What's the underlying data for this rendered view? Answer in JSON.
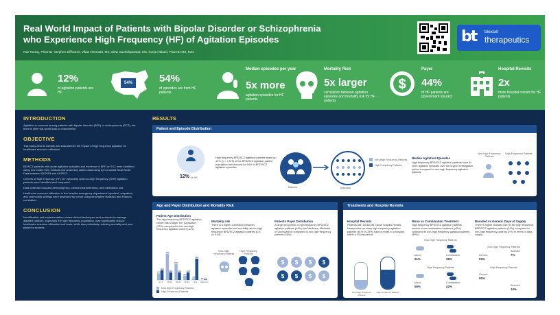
{
  "header": {
    "title_line1": "Real World Impact of Patients with Bipolar Disorder or Schizophrenia",
    "title_line2": "who Experience High Frequency (HF) of Agitation Episodes",
    "authors": "Rae Koong, PharmD; Stephen Ziffhamm; Vikas Hiremath, MS; Siew Govindaprasad, MS; Sonja Halaeti, PharmD MS, MSc",
    "logo_small": "bioxcel",
    "logo_big": "therapeutics",
    "logo_mark": "bt"
  },
  "stats": [
    {
      "value": "12%",
      "text": "of agitation patients are HF",
      "icon": "person-icon"
    },
    {
      "value": "54%",
      "badge": "54%",
      "text": "of episodes are from HF patients",
      "icon": "usa-map-icon"
    },
    {
      "heading": "Median episodes per year",
      "value": "5x more",
      "text": "agitation episodes for HF patients",
      "icon": "person-hand-icon"
    },
    {
      "heading": "Mortality Risk",
      "value": "5x larger",
      "text": "correlation between agitation episodes and mortality risk for HF patients",
      "icon": "skull-icon"
    },
    {
      "heading": "Payer",
      "value": "44%",
      "text": "of HF patients are government insured",
      "icon": "dollar-icon"
    },
    {
      "heading": "Hospital Revisits",
      "value": "2x",
      "text": "more hospital revisits for HF patients",
      "icon": "hospital-icon"
    }
  ],
  "left": {
    "intro_h": "INTRODUCTION",
    "intro_p": "Agitation is common among patients with bipolar disorder (BPD) or schizophrenia (SCZ), but there is little real-world data to characterize.",
    "obj_h": "OBJECTIVE",
    "obj_p": "This study aims to identify and characterize the impact of high frequency agitation on healthcare resource utilization.",
    "methods_h": "METHODS",
    "methods_p1": "BD/SCZ patients with acute agitation episodes and evidence of BPD or SCZ were identified using ICD codes from medical and pharmacy claims data using IQ Consortia Real World Data between 01/2015 and 04/2022.",
    "methods_p2": "Cohorts of high frequency (HF) (≥7 episodes) and non-high frequency (NHF) agitation patients were identified and compared.",
    "methods_p3": "Data collected included demographics, clinical characteristics, and medication use.",
    "methods_p4": "Healthcare resource utilization in the hospital emergency department, inpatient, outpatient, and community settings were assessed by cohort using descriptive statistics and Poisson correlation.",
    "concl_h": "CONCLUSION",
    "concl_p": "Identification and implementation of new clinical techniques and protocols to manage agitated patients, especially the high frequency population, may significantly reduce healthcare resource utilization and costs, while also potentially reducing mortality and poor patient outcomes."
  },
  "results": {
    "heading": "RESULTS",
    "p1": {
      "title": "Patient and Episode Distribution",
      "badge": "12%",
      "badge_sub": "of HF",
      "text": "High frequency BPD/SCZ agitation patients make up 12% (n = 7,575) of the BPD/SCZ agitation patient population and account for 54% of BPD/SCZ agitation episodes.",
      "legend1": "Non-High Frequency Patients",
      "legend2": "High Frequency Patients",
      "lab_patients": "Patients",
      "lab_episodes": "Episodes",
      "median_title": "Median Agitation Episodes",
      "median_text": "High frequency BPD/SCZ agitation patients have 5x more agitation episodes over the 5-year investigation period compared to non-high frequency agitation patients.",
      "col1": "Non-High Frequency Patients",
      "col2": "High Frequency Patients"
    },
    "p2": {
      "title": "Age and Payer Distribution and Mortality Risk",
      "age_title": "Patient Age Distribution",
      "age_text": "The high frequency BPD/SCZ agitation cohort has a larger 50+ population (53%) compared to the non-high frequency agitation cohort (11%).",
      "mort_title": "Mortality risk",
      "mort_text": "There is a higher correlation between agitation episodes and mortality risk for high frequency BPD/SCZ agitation patients (0.5 vs 0.04).",
      "mort_col1": "Non-High Frequency Patients",
      "mort_col2": "High Frequency Patients",
      "payer_title": "Patients Payer Distribution",
      "payer_text": "A larger proportion of high frequency BPD/SCZ agitation patients (44%) use Medicare, Medicaid, or VA insurance compared to non-high frequency patients (28%).",
      "legend_nhf": "Non-High Frequency Patients",
      "legend_hf": "High Frequency Patients"
    },
    "p3": {
      "title": "Treatments and Hospital Revisits",
      "rev_title": "Hospital Revisits",
      "rev_text": "Patients with 30-day All Cause hospital revisits. Nearly twice as many high frequency agitation patients (61% vs 33%) have a revisit to a hospital within a 30-day period.",
      "rev_nhf_pct": "33%",
      "rev_hf_pct": "61%",
      "rev_nhf": "Non-High Frequency Patients",
      "rev_hf": "High Frequency Patients",
      "mono_title": "Mono vs Combination Treatment",
      "mono_text": "High frequency BPD/SCZ agitation patients receive more combination treatment (42%) compared to non-high frequency agitation patients (39%).",
      "mono_nhf": "Non-High Frequency Patients",
      "mono_hf": "High Frequency Patients",
      "mono_lab": "Mono",
      "combo_lab": "Combination",
      "mono_nhf_mono": "61%",
      "mono_nhf_combo": "39%",
      "mono_hf_mono": "58%",
      "mono_hf_combo": "42%",
      "sup_title": "Branded vs Generic Days of Supply",
      "sup_text": "There is higher branded use for the high frequency BPD/SCZ agitation patients (10%) compared to non-high frequency patients (7%) in terms of days supply.",
      "sup_nhf": "Non-High Frequency Patients",
      "sup_hf": "High Frequency Patients",
      "branded_lab": "Branded",
      "generic_lab": "Generic",
      "sup_nhf_b": "7%",
      "sup_nhf_g": "93%",
      "sup_hf_b": "10%",
      "sup_hf_g": "90%"
    }
  },
  "chart_data": {
    "type": "bar",
    "title": "Patient Age Distribution",
    "categories": [
      "0-17",
      "18-34",
      "35-49",
      "50-64",
      "65+",
      "Unknown"
    ],
    "series": [
      {
        "name": "Non-High Frequency Patients",
        "values": [
          12,
          48,
          29,
          8,
          3,
          0
        ]
      },
      {
        "name": "High Frequency Patients",
        "values": [
          18,
          14,
          14,
          14,
          39,
          1
        ]
      }
    ],
    "ylim": [
      0,
      50
    ],
    "colors": {
      "nhf": "#9fb4d6",
      "hf": "#1e4f8c"
    }
  }
}
